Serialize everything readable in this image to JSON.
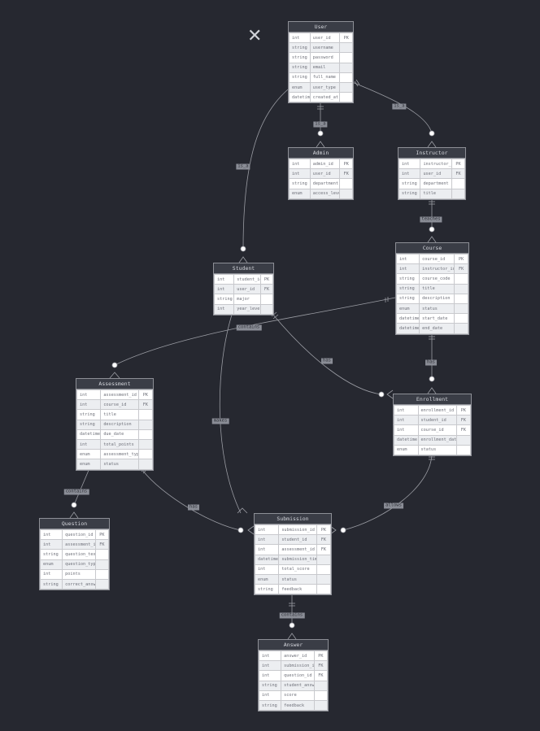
{
  "entities": [
    {
      "id": "user",
      "name": "User",
      "fields": [
        [
          "int",
          "user_id",
          "PK"
        ],
        [
          "string",
          "username",
          ""
        ],
        [
          "string",
          "password",
          ""
        ],
        [
          "string",
          "email",
          ""
        ],
        [
          "string",
          "full_name",
          ""
        ],
        [
          "enum",
          "user_type",
          ""
        ],
        [
          "datetime",
          "created_at",
          ""
        ]
      ]
    },
    {
      "id": "admin",
      "name": "Admin",
      "fields": [
        [
          "int",
          "admin_id",
          "PK"
        ],
        [
          "int",
          "user_id",
          "FK"
        ],
        [
          "string",
          "department",
          ""
        ],
        [
          "enum",
          "access_level",
          ""
        ]
      ]
    },
    {
      "id": "instructor",
      "name": "Instructor",
      "fields": [
        [
          "int",
          "instructor_id",
          "PK"
        ],
        [
          "int",
          "user_id",
          "FK"
        ],
        [
          "string",
          "department",
          ""
        ],
        [
          "string",
          "title",
          ""
        ]
      ]
    },
    {
      "id": "course",
      "name": "Course",
      "fields": [
        [
          "int",
          "course_id",
          "PK"
        ],
        [
          "int",
          "instructor_id",
          "FK"
        ],
        [
          "string",
          "course_code",
          ""
        ],
        [
          "string",
          "title",
          ""
        ],
        [
          "string",
          "description",
          ""
        ],
        [
          "enum",
          "status",
          ""
        ],
        [
          "datetime",
          "start_date",
          ""
        ],
        [
          "datetime",
          "end_date",
          ""
        ]
      ]
    },
    {
      "id": "student",
      "name": "Student",
      "fields": [
        [
          "int",
          "student_id",
          "PK"
        ],
        [
          "int",
          "user_id",
          "FK"
        ],
        [
          "string",
          "major",
          ""
        ],
        [
          "int",
          "year_level",
          ""
        ]
      ]
    },
    {
      "id": "assessment",
      "name": "Assessment",
      "fields": [
        [
          "int",
          "assessment_id",
          "PK"
        ],
        [
          "int",
          "course_id",
          "FK"
        ],
        [
          "string",
          "title",
          ""
        ],
        [
          "string",
          "description",
          ""
        ],
        [
          "datetime",
          "due_date",
          ""
        ],
        [
          "int",
          "total_points",
          ""
        ],
        [
          "enum",
          "assessment_type",
          ""
        ],
        [
          "enum",
          "status",
          ""
        ]
      ]
    },
    {
      "id": "enrollment",
      "name": "Enrollment",
      "fields": [
        [
          "int",
          "enrollment_id",
          "PK"
        ],
        [
          "int",
          "student_id",
          "FK"
        ],
        [
          "int",
          "course_id",
          "FK"
        ],
        [
          "datetime",
          "enrollment_date",
          ""
        ],
        [
          "enum",
          "status",
          ""
        ]
      ]
    },
    {
      "id": "question",
      "name": "Question",
      "fields": [
        [
          "int",
          "question_id",
          "PK"
        ],
        [
          "int",
          "assessment_id",
          "FK"
        ],
        [
          "string",
          "question_text",
          ""
        ],
        [
          "enum",
          "question_type",
          ""
        ],
        [
          "int",
          "points",
          ""
        ],
        [
          "string",
          "correct_answer",
          ""
        ]
      ]
    },
    {
      "id": "submission",
      "name": "Submission",
      "fields": [
        [
          "int",
          "submission_id",
          "PK"
        ],
        [
          "int",
          "student_id",
          "FK"
        ],
        [
          "int",
          "assessment_id",
          "FK"
        ],
        [
          "datetime",
          "submission_time",
          ""
        ],
        [
          "int",
          "total_score",
          ""
        ],
        [
          "enum",
          "status",
          ""
        ],
        [
          "string",
          "feedback",
          ""
        ]
      ]
    },
    {
      "id": "answer",
      "name": "Answer",
      "fields": [
        [
          "int",
          "answer_id",
          "PK"
        ],
        [
          "int",
          "submission_id",
          "FK"
        ],
        [
          "int",
          "question_id",
          "FK"
        ],
        [
          "string",
          "student_answer",
          ""
        ],
        [
          "int",
          "score",
          ""
        ],
        [
          "string",
          "feedback",
          ""
        ]
      ]
    }
  ],
  "relationships": [
    {
      "id": "user-admin",
      "label": "is_a"
    },
    {
      "id": "user-instructor",
      "label": "is_a"
    },
    {
      "id": "user-student",
      "label": "is_a"
    },
    {
      "id": "instructor-course",
      "label": "teaches"
    },
    {
      "id": "course-assessment",
      "label": "contains"
    },
    {
      "id": "course-enrollment",
      "label": "has"
    },
    {
      "id": "student-enrollment",
      "label": "has"
    },
    {
      "id": "student-submission",
      "label": "makes"
    },
    {
      "id": "assessment-question",
      "label": "contains"
    },
    {
      "id": "assessment-submission",
      "label": "has"
    },
    {
      "id": "enrollment-submission",
      "label": "allows"
    },
    {
      "id": "submission-answer",
      "label": "contains"
    }
  ],
  "colors": {
    "background": "#262830",
    "line": "#9a9ca3",
    "header": "#3a3d46"
  },
  "icons": {
    "close": "close-icon"
  },
  "close_glyph": "✕"
}
